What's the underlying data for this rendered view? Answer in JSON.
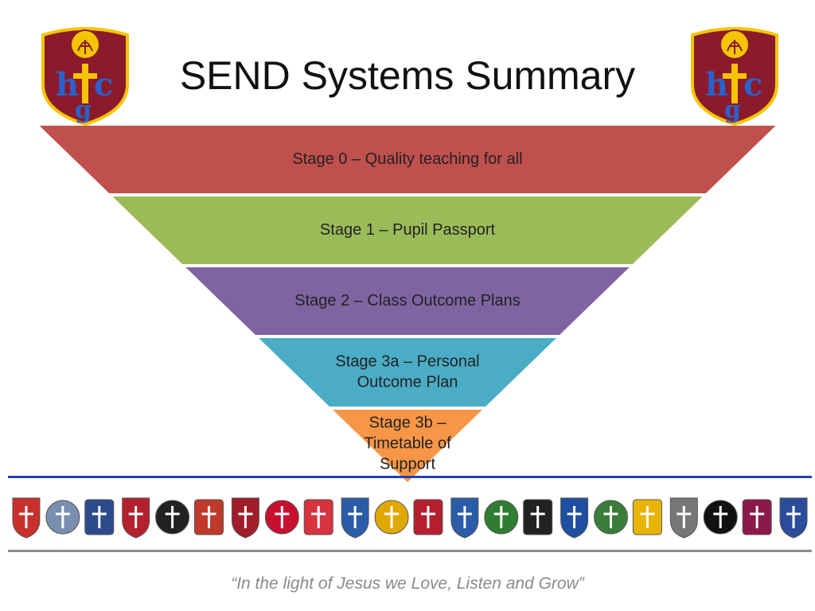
{
  "slide": {
    "title": "SEND Systems Summary",
    "motto": "“In the light of Jesus we Love, Listen and Grow”"
  },
  "stages": [
    {
      "lines": [
        "Stage 0 – Quality teaching for all"
      ],
      "color": "#c0504d"
    },
    {
      "lines": [
        "Stage 1 – Pupil Passport"
      ],
      "color": "#9bbb59"
    },
    {
      "lines": [
        "Stage 2 – Class Outcome Plans"
      ],
      "color": "#8064a2"
    },
    {
      "lines": [
        "Stage 3a – Personal",
        "Outcome Plan"
      ],
      "color": "#4bacc6"
    },
    {
      "lines": [
        "Stage 3b –",
        "Timetable of",
        "Support"
      ],
      "color": "#f79646"
    }
  ],
  "colors": {
    "crest_maroon": "#8b1a2b",
    "crest_gold": "#f5c400",
    "crest_blue": "#2a62c9",
    "rule_blue": "#1f3fb8",
    "rule_grey": "#8c8c8c"
  },
  "school_logos": [
    {
      "icon": "red-shield-logo",
      "color": "#c9302c"
    },
    {
      "icon": "christus-rfc-logo",
      "color": "#7a8fb0"
    },
    {
      "icon": "stag-shield-logo",
      "color": "#2d4a8c"
    },
    {
      "icon": "red-cross-shield-logo",
      "color": "#b5202e"
    },
    {
      "icon": "black-white-cross-logo",
      "color": "#222222"
    },
    {
      "icon": "red-gold-shield-logo",
      "color": "#c0392b"
    },
    {
      "icon": "sacred-heart-logo",
      "color": "#a11d2b"
    },
    {
      "icon": "heart-cross-logo",
      "color": "#c8102e"
    },
    {
      "icon": "st-christophers-logo",
      "color": "#d6333f"
    },
    {
      "icon": "blue-oval-logo",
      "color": "#2a5ca8"
    },
    {
      "icon": "lion-shield-logo",
      "color": "#e0a800"
    },
    {
      "icon": "st-john-fisher-logo",
      "color": "#b5202e"
    },
    {
      "icon": "blue-monogram-shield-logo",
      "color": "#2a5ca8"
    },
    {
      "icon": "flower-circle-logo",
      "color": "#2e7d32"
    },
    {
      "icon": "black-cross-shield-logo",
      "color": "#222222"
    },
    {
      "icon": "saint-marys-loughborough-logo",
      "color": "#1f4fa0"
    },
    {
      "icon": "green-figure-shield-logo",
      "color": "#3a7d3a"
    },
    {
      "icon": "yellow-circle-logo",
      "color": "#e8b400"
    },
    {
      "icon": "crossed-swords-logo",
      "color": "#777777"
    },
    {
      "icon": "sp-monogram-logo",
      "color": "#111111"
    },
    {
      "icon": "chevron-shield-logo",
      "color": "#8b1a4a"
    },
    {
      "icon": "blue-square-emblem-logo",
      "color": "#2a4c9a"
    }
  ]
}
